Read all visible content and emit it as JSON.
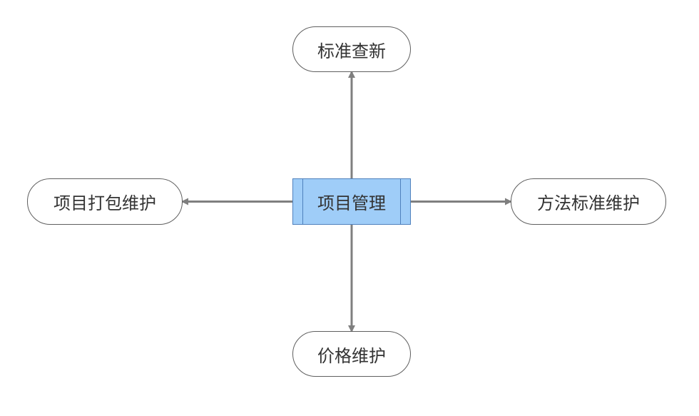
{
  "diagram": {
    "center": {
      "label": "项目管理"
    },
    "nodes": {
      "top": {
        "label": "标准查新"
      },
      "left": {
        "label": "项目打包维护"
      },
      "right": {
        "label": "方法标准维护"
      },
      "bottom": {
        "label": "价格维护"
      }
    },
    "edges": [
      {
        "from": "center",
        "to": "top"
      },
      {
        "from": "center",
        "to": "left"
      },
      {
        "from": "center",
        "to": "right"
      },
      {
        "from": "center",
        "to": "bottom"
      }
    ],
    "colors": {
      "process_fill": "#9fcdf8",
      "process_border": "#4f81bd",
      "terminal_border": "#5f5f5f",
      "arrow": "#7f7f7f",
      "text": "#333333"
    }
  }
}
